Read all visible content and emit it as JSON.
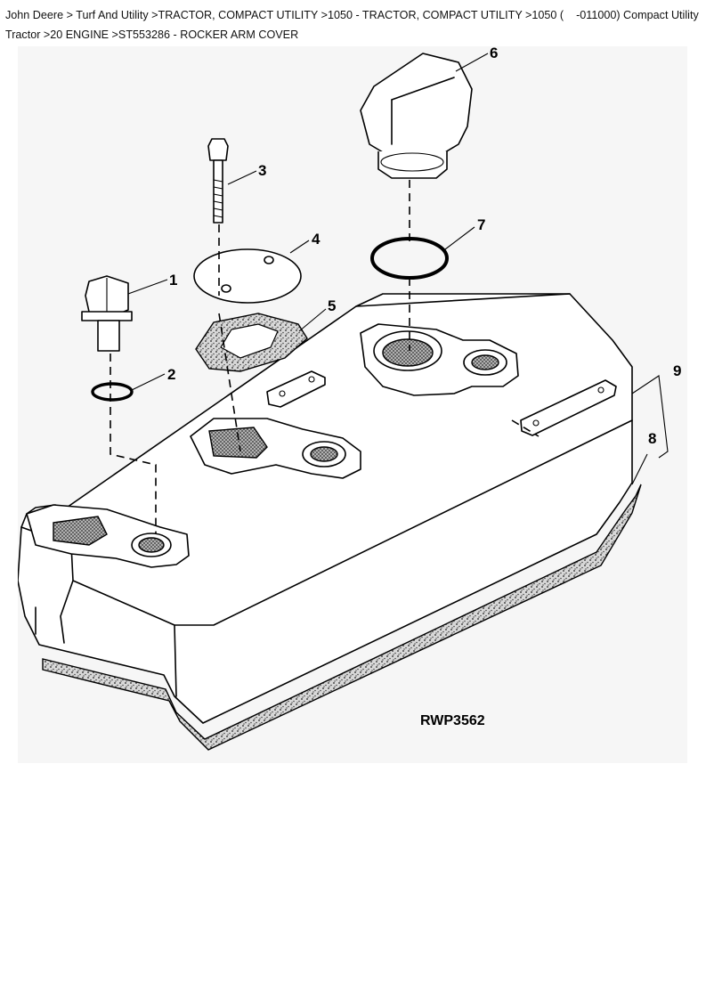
{
  "breadcrumb": {
    "text": "John Deere > Turf And Utility >TRACTOR, COMPACT UTILITY >1050 - TRACTOR, COMPACT UTILITY >1050 (    -011000) Compact Utility Tractor >20 ENGINE >ST553286 - ROCKER ARM COVER"
  },
  "diagram": {
    "figure_id": "RWP3562",
    "callouts": [
      "1",
      "2",
      "3",
      "4",
      "5",
      "6",
      "7",
      "8",
      "9"
    ]
  }
}
